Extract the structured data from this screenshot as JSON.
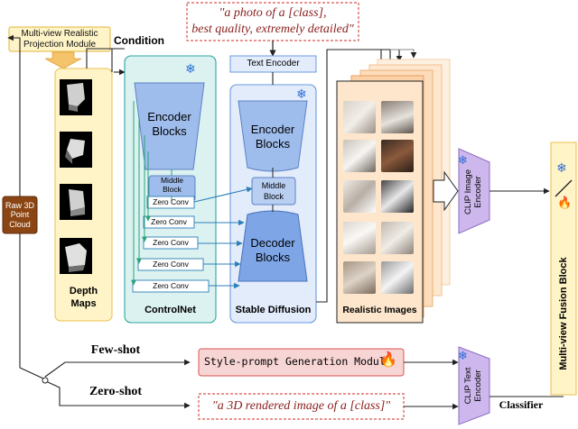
{
  "prompt_top_line1": "\"a photo of a [class],",
  "prompt_top_line2": "best quality, extremely detailed\"",
  "projection_module": "Multi-view Realistic Projection Module",
  "condition": "Condition",
  "text_encoder": "Text Encoder",
  "controlnet": {
    "title": "ControlNet",
    "encoder_line1": "Encoder",
    "encoder_line2": "Blocks",
    "middle_line1": "Middle",
    "middle_line2": "Block",
    "zero_conv": "Zero Conv"
  },
  "stable_diffusion": {
    "title": "Stable Diffusion",
    "encoder_line1": "Encoder",
    "encoder_line2": "Blocks",
    "middle_line1": "Middle",
    "middle_line2": "Block",
    "decoder_line1": "Decoder",
    "decoder_line2": "Blocks"
  },
  "raw_cloud": [
    "Raw 3D",
    "Point",
    "Cloud"
  ],
  "depth_maps_line1": "Depth",
  "depth_maps_line2": "Maps",
  "realistic_images": "Realistic Images",
  "clip_image_line1": "CLIP Image",
  "clip_image_line2": "Encoder",
  "clip_text_line1": "CLIP Text",
  "clip_text_line2": "Encoder",
  "fusion_block": "Multi-view Fusion Block",
  "few_shot": "Few-shot",
  "zero_shot": "Zero-shot",
  "style_module": "Style-prompt Generation Module",
  "prompt_bottom": "\"a 3D rendered image of a [class]\"",
  "classifier": "Classifier",
  "colors": {
    "controlnet_fill": "#dcf2f0",
    "controlnet_border": "#2aa7a0",
    "sd_fill": "#e3ecfb",
    "block_blue": "#9fbdec",
    "raw_cloud_fill": "#8b4513",
    "orange_fill": "#fde6cc",
    "clip_fill": "#cdb7ec",
    "yellow_fill": "#fff4c7",
    "style_fill": "#f8d5d5",
    "red_border": "#d9534f"
  },
  "icons": [
    "snowflake-icon",
    "fire-icon"
  ]
}
